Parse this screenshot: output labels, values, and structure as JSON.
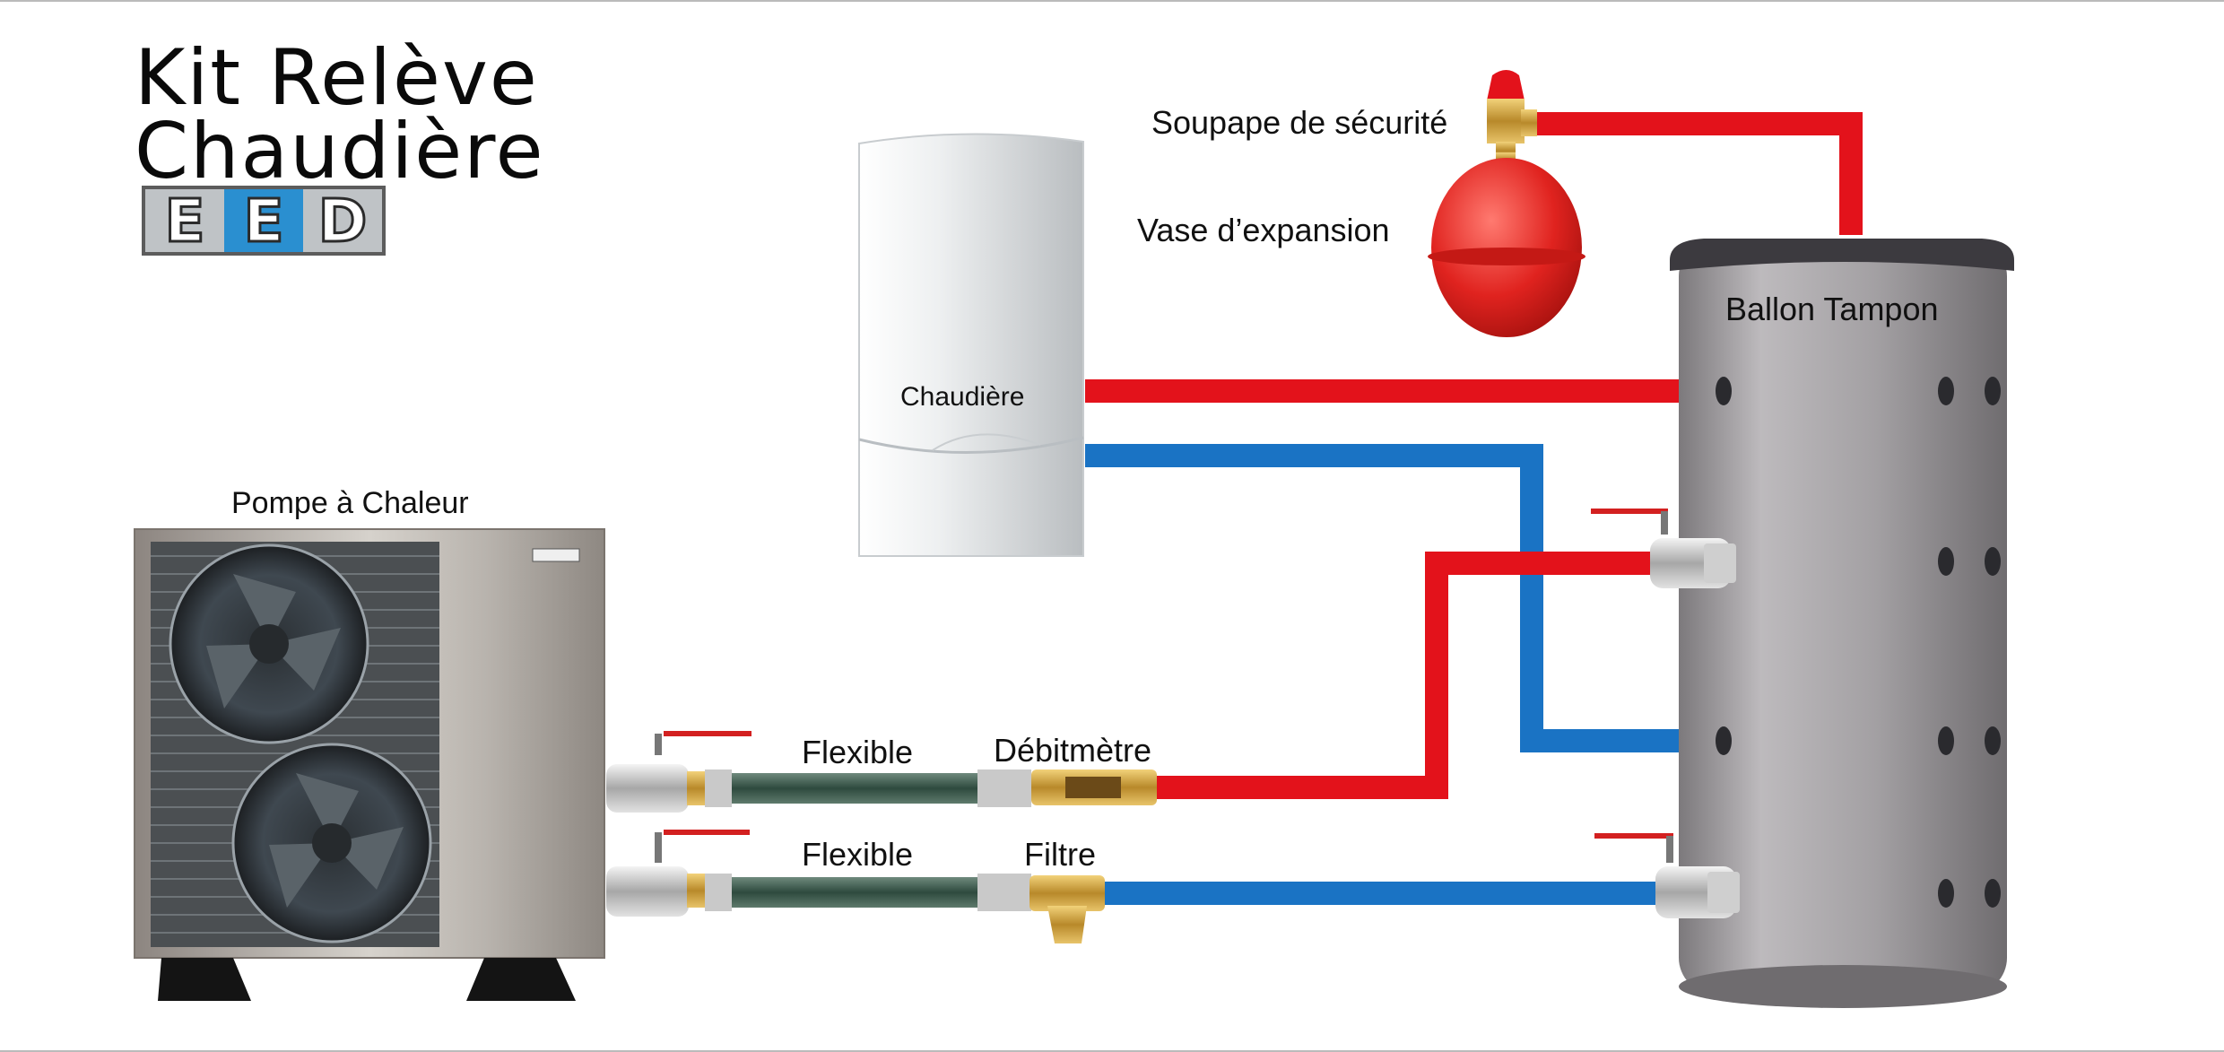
{
  "title": {
    "line1": "Kit Relève",
    "line2": "Chaudière"
  },
  "logo": {
    "letters": [
      "E",
      "E",
      "D"
    ],
    "colors": {
      "accent": "#2a8fd0",
      "frame": "#5c5c5c"
    }
  },
  "labels": {
    "soupape": "Soupape de sécurité",
    "vase": "Vase d’expansion",
    "chaudiere": "Chaudière",
    "ballon": "Ballon Tampon",
    "pac": "Pompe à Chaleur",
    "flexible_top": "Flexible",
    "flexible_bottom": "Flexible",
    "debitmetre": "Débitmètre",
    "filtre": "Filtre"
  },
  "colors": {
    "hot_pipe": "#e3121b",
    "cold_pipe": "#1a73c4",
    "boiler": "#e9ecee",
    "tank": "#9a979a",
    "vessel": "#e0231f"
  }
}
